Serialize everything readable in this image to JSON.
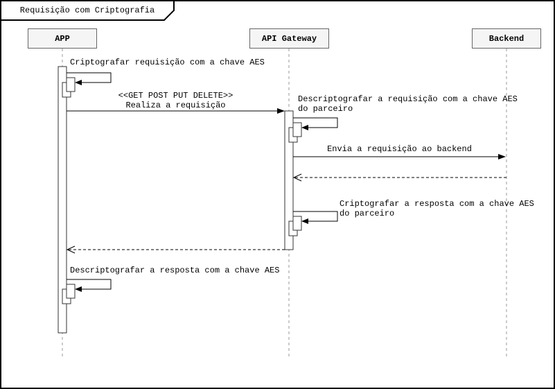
{
  "frame": {
    "title": "Requisição com Criptografia"
  },
  "participants": {
    "app": "APP",
    "gateway": "API Gateway",
    "backend": "Backend"
  },
  "messages": {
    "encrypt_request": "Criptografar requisição com a chave AES",
    "request_stereotype": "<<GET POST PUT DELETE>>",
    "request": "Realiza a requisição",
    "decrypt_request_line1": "Descriptografar a requisição com a chave AES",
    "decrypt_request_line2": "do parceiro",
    "send_backend": "Envia a requisição ao backend",
    "encrypt_response_line1": "Criptografar a resposta com a chave AES",
    "encrypt_response_line2": "do parceiro",
    "decrypt_response": "Descriptografar a resposta com a chave AES"
  },
  "colors": {
    "participant_fill": "#f5f5f5",
    "participant_border": "#666666",
    "lifeline": "#999999",
    "line": "#000000",
    "activation_fill": "#ffffff",
    "background": "#ffffff"
  }
}
